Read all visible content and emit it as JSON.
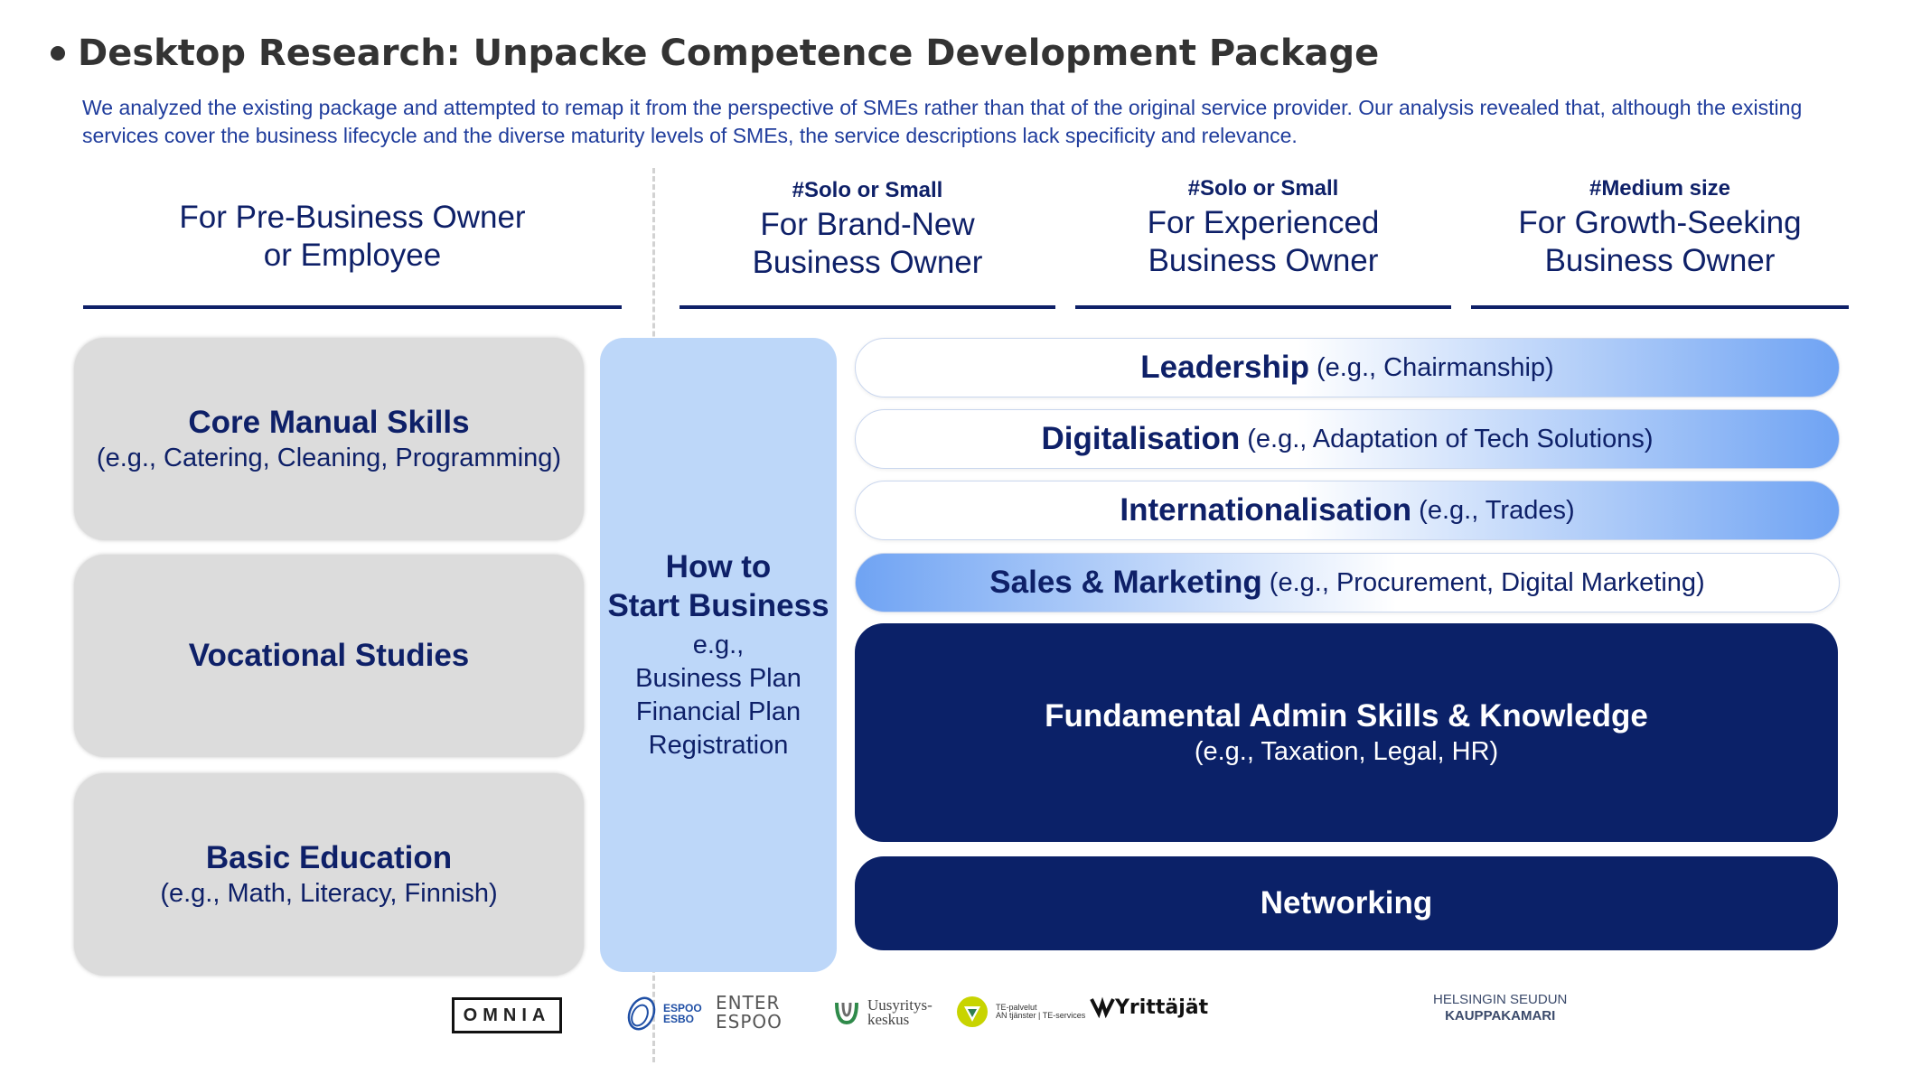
{
  "title": "Desktop Research: Unpacke Competence Development Package",
  "subtitle": "We analyzed the existing package and attempted to remap it from the perspective of SMEs rather than that of the original service provider. Our analysis revealed that, although the existing services cover the business lifecycle and the diverse maturity levels of SMEs, the service descriptions lack specificity and relevance.",
  "columns": [
    {
      "tag": "",
      "line1": "For Pre-Business Owner",
      "line2": "or Employee"
    },
    {
      "tag": "#Solo or Small",
      "line1": "For Brand-New",
      "line2": "Business Owner"
    },
    {
      "tag": "#Solo or Small",
      "line1": "For Experienced",
      "line2": "Business Owner"
    },
    {
      "tag": "#Medium size",
      "line1": "For Growth-Seeking",
      "line2": "Business Owner"
    }
  ],
  "left_boxes": [
    {
      "heading": "Core Manual Skills",
      "detail": "(e.g., Catering, Cleaning, Programming)"
    },
    {
      "heading": "Vocational Studies",
      "detail": ""
    },
    {
      "heading": "Basic Education",
      "detail": "(e.g., Math, Literacy, Finnish)"
    }
  ],
  "start_business": {
    "heading_line1": "How to",
    "heading_line2": "Start Business",
    "eg": "e.g.,",
    "items": [
      "Business Plan",
      "Financial Plan",
      "Registration"
    ]
  },
  "pills": [
    {
      "heading": "Leadership",
      "detail": "(e.g., Chairmanship)"
    },
    {
      "heading": "Digitalisation",
      "detail": "(e.g., Adaptation of Tech Solutions)"
    },
    {
      "heading": "Internationalisation",
      "detail": "(e.g., Trades)"
    },
    {
      "heading": "Sales & Marketing",
      "detail": "(e.g., Procurement, Digital Marketing)"
    }
  ],
  "fundamental": {
    "heading": "Fundamental Admin Skills & Knowledge",
    "detail": "(e.g., Taxation, Legal, HR)"
  },
  "networking": {
    "heading": "Networking"
  },
  "logos": {
    "omnia": "OMNIA",
    "espoo_line1": "ESPOO",
    "espoo_line2": "ESBO",
    "enter": "ENTER ESPOO",
    "uusyritys_line1": "Uusyritys-",
    "uusyritys_line2": "keskus",
    "tepalvelut_line1": "TE-palvelut",
    "tepalvelut_line2": "AN tjänster | TE-services",
    "yrittajat": "Yrittäjät",
    "kauppakamari_line1": "HELSINGIN SEUDUN",
    "kauppakamari_line2": "KAUPPAKAMARI"
  },
  "colors": {
    "navy": "#0b2168",
    "heading_text": "#0e2068",
    "subtitle_blue": "#1f3c9c",
    "grey_box": "#dcdcdc",
    "light_blue": "#bdd7f9",
    "gradient_blue": "#6fa3f3"
  }
}
